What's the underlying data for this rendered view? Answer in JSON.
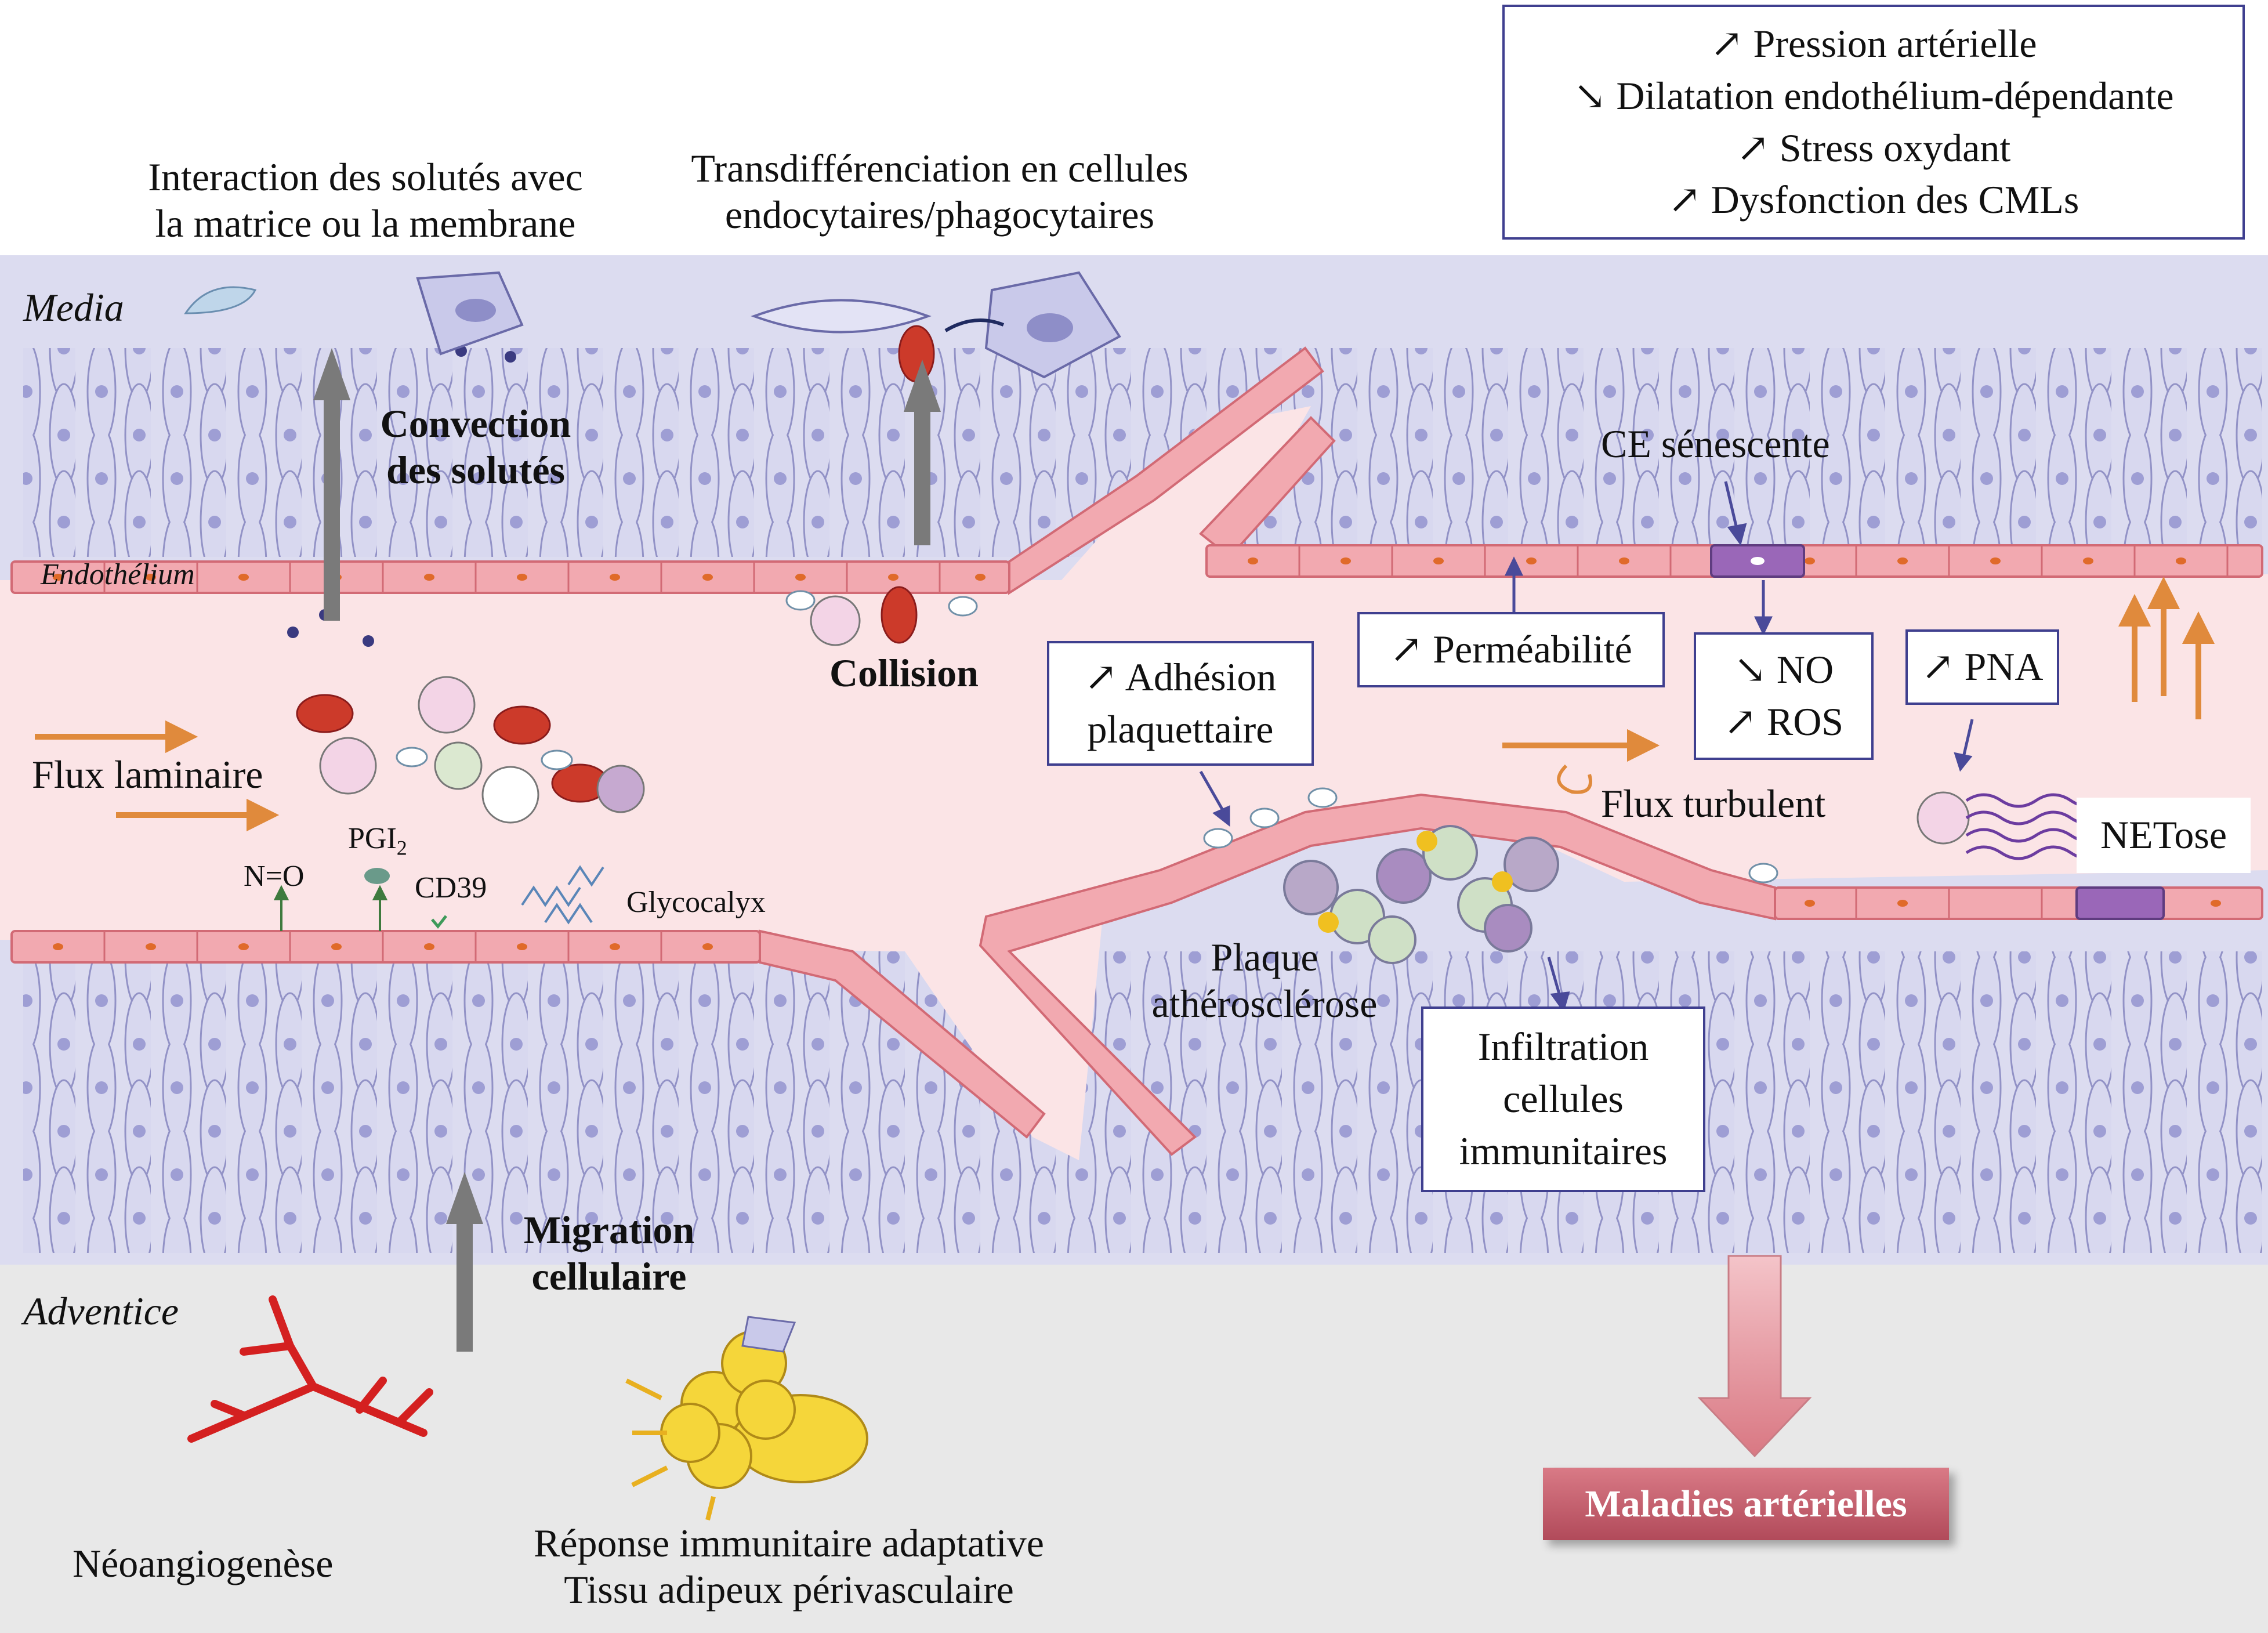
{
  "regions": {
    "media": "Media",
    "endothelium": "Endothélium",
    "adventice": "Adventice"
  },
  "top_labels": {
    "interaction": [
      "Interaction des solutés avec",
      "la matrice ou la membrane"
    ],
    "transdiff": [
      "Transdifférenciation en cellules",
      "endocytaires/phagocytaires"
    ]
  },
  "effects_box": {
    "lines": [
      "↗ Pression artérielle",
      "↘ Dilatation endothélium-dépendante",
      "↗ Stress oxydant",
      "↗ Dysfonction des CMLs"
    ]
  },
  "labels": {
    "convection": [
      "Convection",
      "des solutés"
    ],
    "collision": "Collision",
    "flux_laminaire": "Flux laminaire",
    "flux_turbulent": "Flux turbulent",
    "ce_senescente": "CE sénescente",
    "no": "N=O",
    "pgi2": "PGI",
    "pgi2_sub": "2",
    "cd39": "CD39",
    "glycocalyx": "Glycocalyx",
    "plaque": [
      "Plaque",
      "athérosclérose"
    ],
    "migration": [
      "Migration",
      "cellulaire"
    ],
    "neoangio": "Néoangiogenèse",
    "reponse": [
      "Réponse immunitaire adaptative",
      "Tissu adipeux périvasculaire"
    ]
  },
  "boxes": {
    "adhesion": [
      "↗ Adhésion",
      "plaquettaire"
    ],
    "permeabilite": "↗ Perméabilité",
    "no_ros": [
      "↘ NO",
      "↗ ROS"
    ],
    "pna": "↗ PNA",
    "netose": "NETose",
    "infiltration": [
      "Infiltration",
      "cellules",
      "immunitaires"
    ]
  },
  "maladies": "Maladies artérielles",
  "colors": {
    "media_bg": "#dcdcf0",
    "lumen": "#fbe4e6",
    "adventice_bg": "#e8e8e8",
    "endothelial_cell": "#f2a9b0",
    "box_border": "#3f3f8f",
    "flow_arrow": "#e08a3c"
  }
}
